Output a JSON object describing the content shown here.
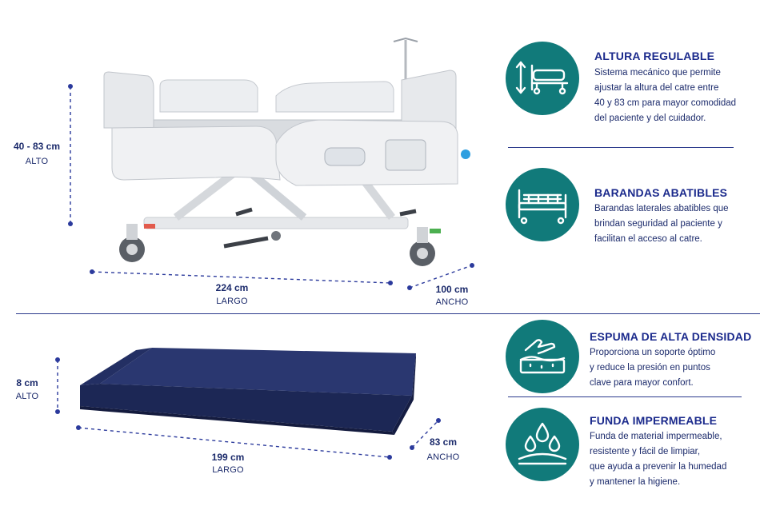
{
  "bed_dimensions": {
    "height": {
      "value": "40 - 83 cm",
      "label": "ALTO"
    },
    "length": {
      "value": "224 cm",
      "label": "LARGO"
    },
    "width": {
      "value": "100 cm",
      "label": "ANCHO"
    }
  },
  "mattress_dimensions": {
    "height": {
      "value": "8 cm",
      "label": "ALTO"
    },
    "length": {
      "value": "199 cm",
      "label": "LARGO"
    },
    "width": {
      "value": "83 cm",
      "label": "ANCHO"
    }
  },
  "features": [
    {
      "icon": "adjustable-height-bed-icon",
      "title": "ALTURA REGULABLE",
      "lines": [
        "Sistema mecánico que permite",
        "ajustar la altura del catre entre",
        "40 y 83 cm para mayor comodidad",
        "del paciente y del cuidador."
      ]
    },
    {
      "icon": "side-rails-bed-icon",
      "title": "BARANDAS ABATIBLES",
      "lines": [
        "Barandas laterales abatibles que",
        "brindan seguridad al paciente y",
        "facilitan el acceso al catre."
      ]
    },
    {
      "icon": "foam-press-icon",
      "title": "ESPUMA DE ALTA DENSIDAD",
      "lines": [
        "Proporciona un soporte óptimo",
        "y reduce la presión en puntos",
        "clave para mayor confort."
      ]
    },
    {
      "icon": "waterproof-drops-icon",
      "title": "FUNDA IMPERMEABLE",
      "lines": [
        "Funda de material impermeable,",
        "resistente y fácil de limpiar,",
        "que ayuda a prevenir la humedad",
        "y mantener la higiene."
      ]
    }
  ],
  "colors": {
    "accent": "#117a7a",
    "text": "#1b2a6b",
    "divider": "#2b3a8c",
    "mattress": "#1f2b5c"
  }
}
